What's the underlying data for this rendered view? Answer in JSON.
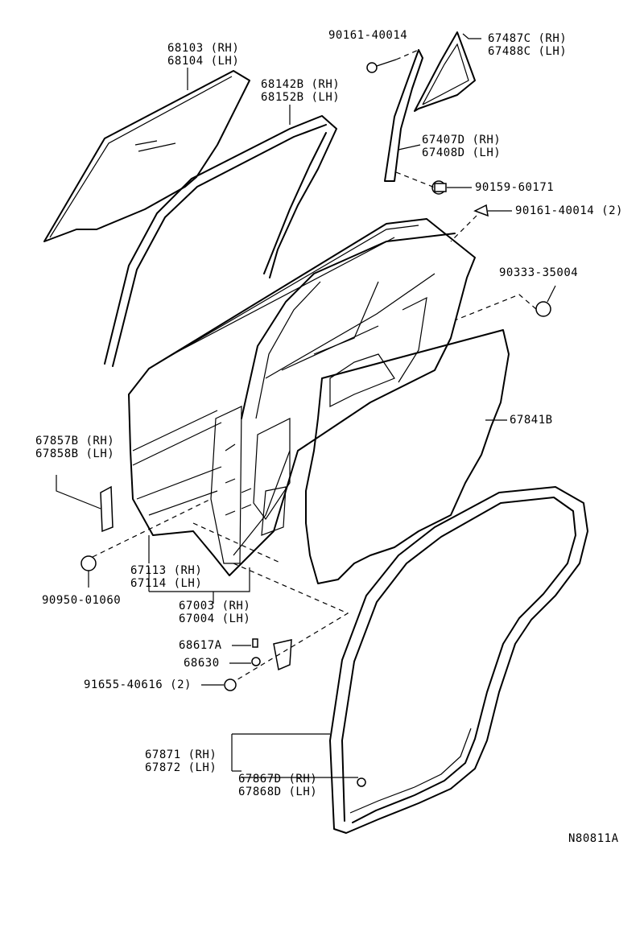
{
  "figure_code": "N80811A",
  "callouts": {
    "glass": [
      "68103 (RH)",
      "68104 (LH)"
    ],
    "run_channel": [
      "68142B (RH)",
      "68152B (LH)"
    ],
    "screw_top": "90161-40014",
    "quarter_glass": [
      "67487C (RH)",
      "67488C (LH)"
    ],
    "division_bar": [
      "67407D (RH)",
      "67408D (LH)"
    ],
    "clip_60171": "90159-60171",
    "screw_2": "90161-40014 (2)",
    "plug_35004": "90333-35004",
    "service_cover": "67841B",
    "seal_pad": [
      "67857B (RH)",
      "67858B (LH)"
    ],
    "weatherstrip_outer": [
      "67113 (RH)",
      "67114 (LH)"
    ],
    "plug_01060": "90950-01060",
    "door_panel": [
      "67003 (RH)",
      "67004 (LH)"
    ],
    "hinge_bolt": "68617A",
    "check": "68630",
    "bolt_91655": "91655-40616 (2)",
    "weatherstrip_door": [
      "67871 (RH)",
      "67872 (LH)"
    ],
    "clip_door": [
      "67867D (RH)",
      "67868D (LH)"
    ]
  }
}
